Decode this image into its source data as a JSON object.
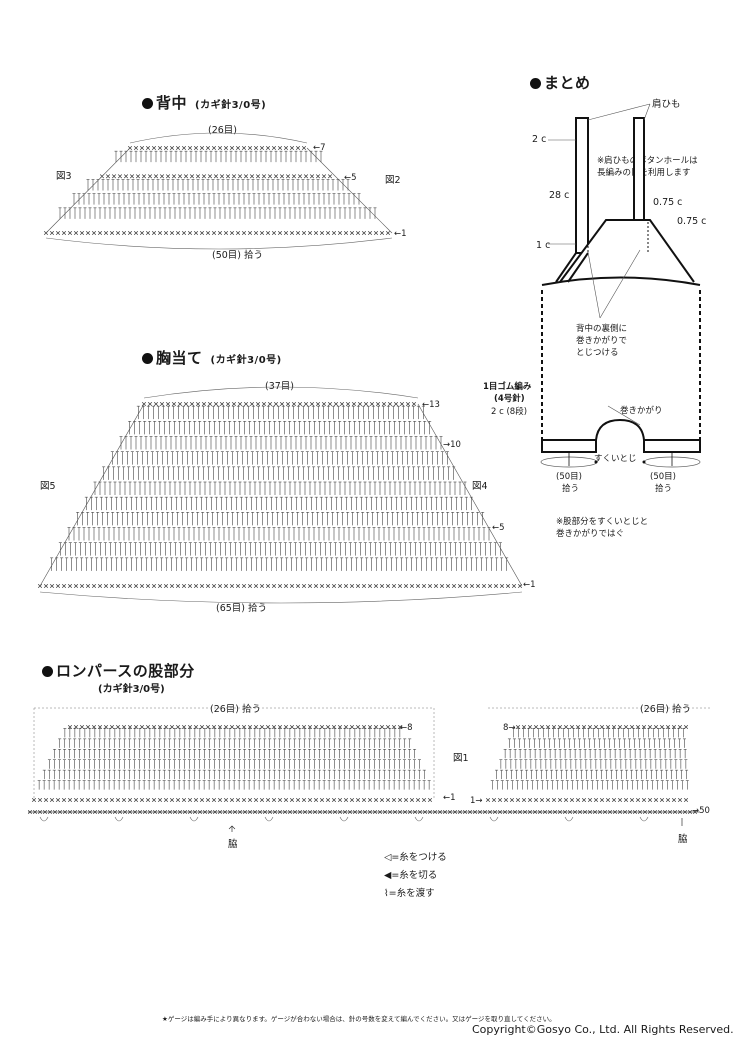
{
  "back": {
    "title": "背中",
    "hook": "(カギ針3/0号)",
    "top_count": "(26目)",
    "bottom_count": "(50目) 拾う",
    "fig_left": "図3",
    "fig_right": "図2",
    "row_top": "←7",
    "row_mid": "←5",
    "row_bottom": "←1"
  },
  "bib": {
    "title": "胸当て",
    "hook": "(カギ針3/0号)",
    "top_count": "(37目)",
    "bottom_count": "(65目) 拾う",
    "fig_left": "図5",
    "fig_right": "図4",
    "row_top": "←13",
    "row_10": "→10",
    "row_5": "←5",
    "row_1": "←1"
  },
  "assembly": {
    "title": "まとめ",
    "strap": "肩ひも",
    "strap_note_1": "※肩ひものボタンホールは",
    "strap_note_2": "長編みの目を利用します",
    "dim_2c": "2 c",
    "dim_28c": "28 c",
    "dim_1c": "1 c",
    "dim_075a": "0.75 c",
    "dim_075b": "0.75 c",
    "attach_1": "背中の裏側に",
    "attach_2": "巻きかがりで",
    "attach_3": "とじつける",
    "rib_1": "1目ゴム編み",
    "rib_2": "(4号針)",
    "rib_3": "2 c (8段)",
    "whip": "巻きかがり",
    "sukui": "すくいとじ",
    "pick_left_1": "(50目)",
    "pick_left_2": "拾う",
    "pick_right_1": "(50目)",
    "pick_right_2": "拾う",
    "crotch_note_1": "※股部分をすくいとじと",
    "crotch_note_2": "巻きかがりではぐ"
  },
  "crotch": {
    "title": "ロンパースの股部分",
    "hook": "(カギ針3/0号)",
    "left_count": "(26目) 拾う",
    "right_count": "(26目) 拾う",
    "fig": "図1",
    "row_8_left": "←8",
    "row_8_right": "8→",
    "row_1_left": "←1",
    "row_1_right": "1→",
    "row_50": "→50",
    "side_left": "脇",
    "side_right": "脇"
  },
  "legend": [
    {
      "symbol": "◁",
      "text": "=糸をつける"
    },
    {
      "symbol": "◀",
      "text": "=糸を切る"
    },
    {
      "symbol": "⌇",
      "text": "=糸を渡す"
    }
  ],
  "footer": {
    "note": "★ゲージは編み手により異なります。ゲージが合わない場合は、針の号数を変えて編んでください。又はゲージを取り直してください。",
    "copyright": "Copyright©Gosyo Co., Ltd. All Rights Reserved."
  }
}
